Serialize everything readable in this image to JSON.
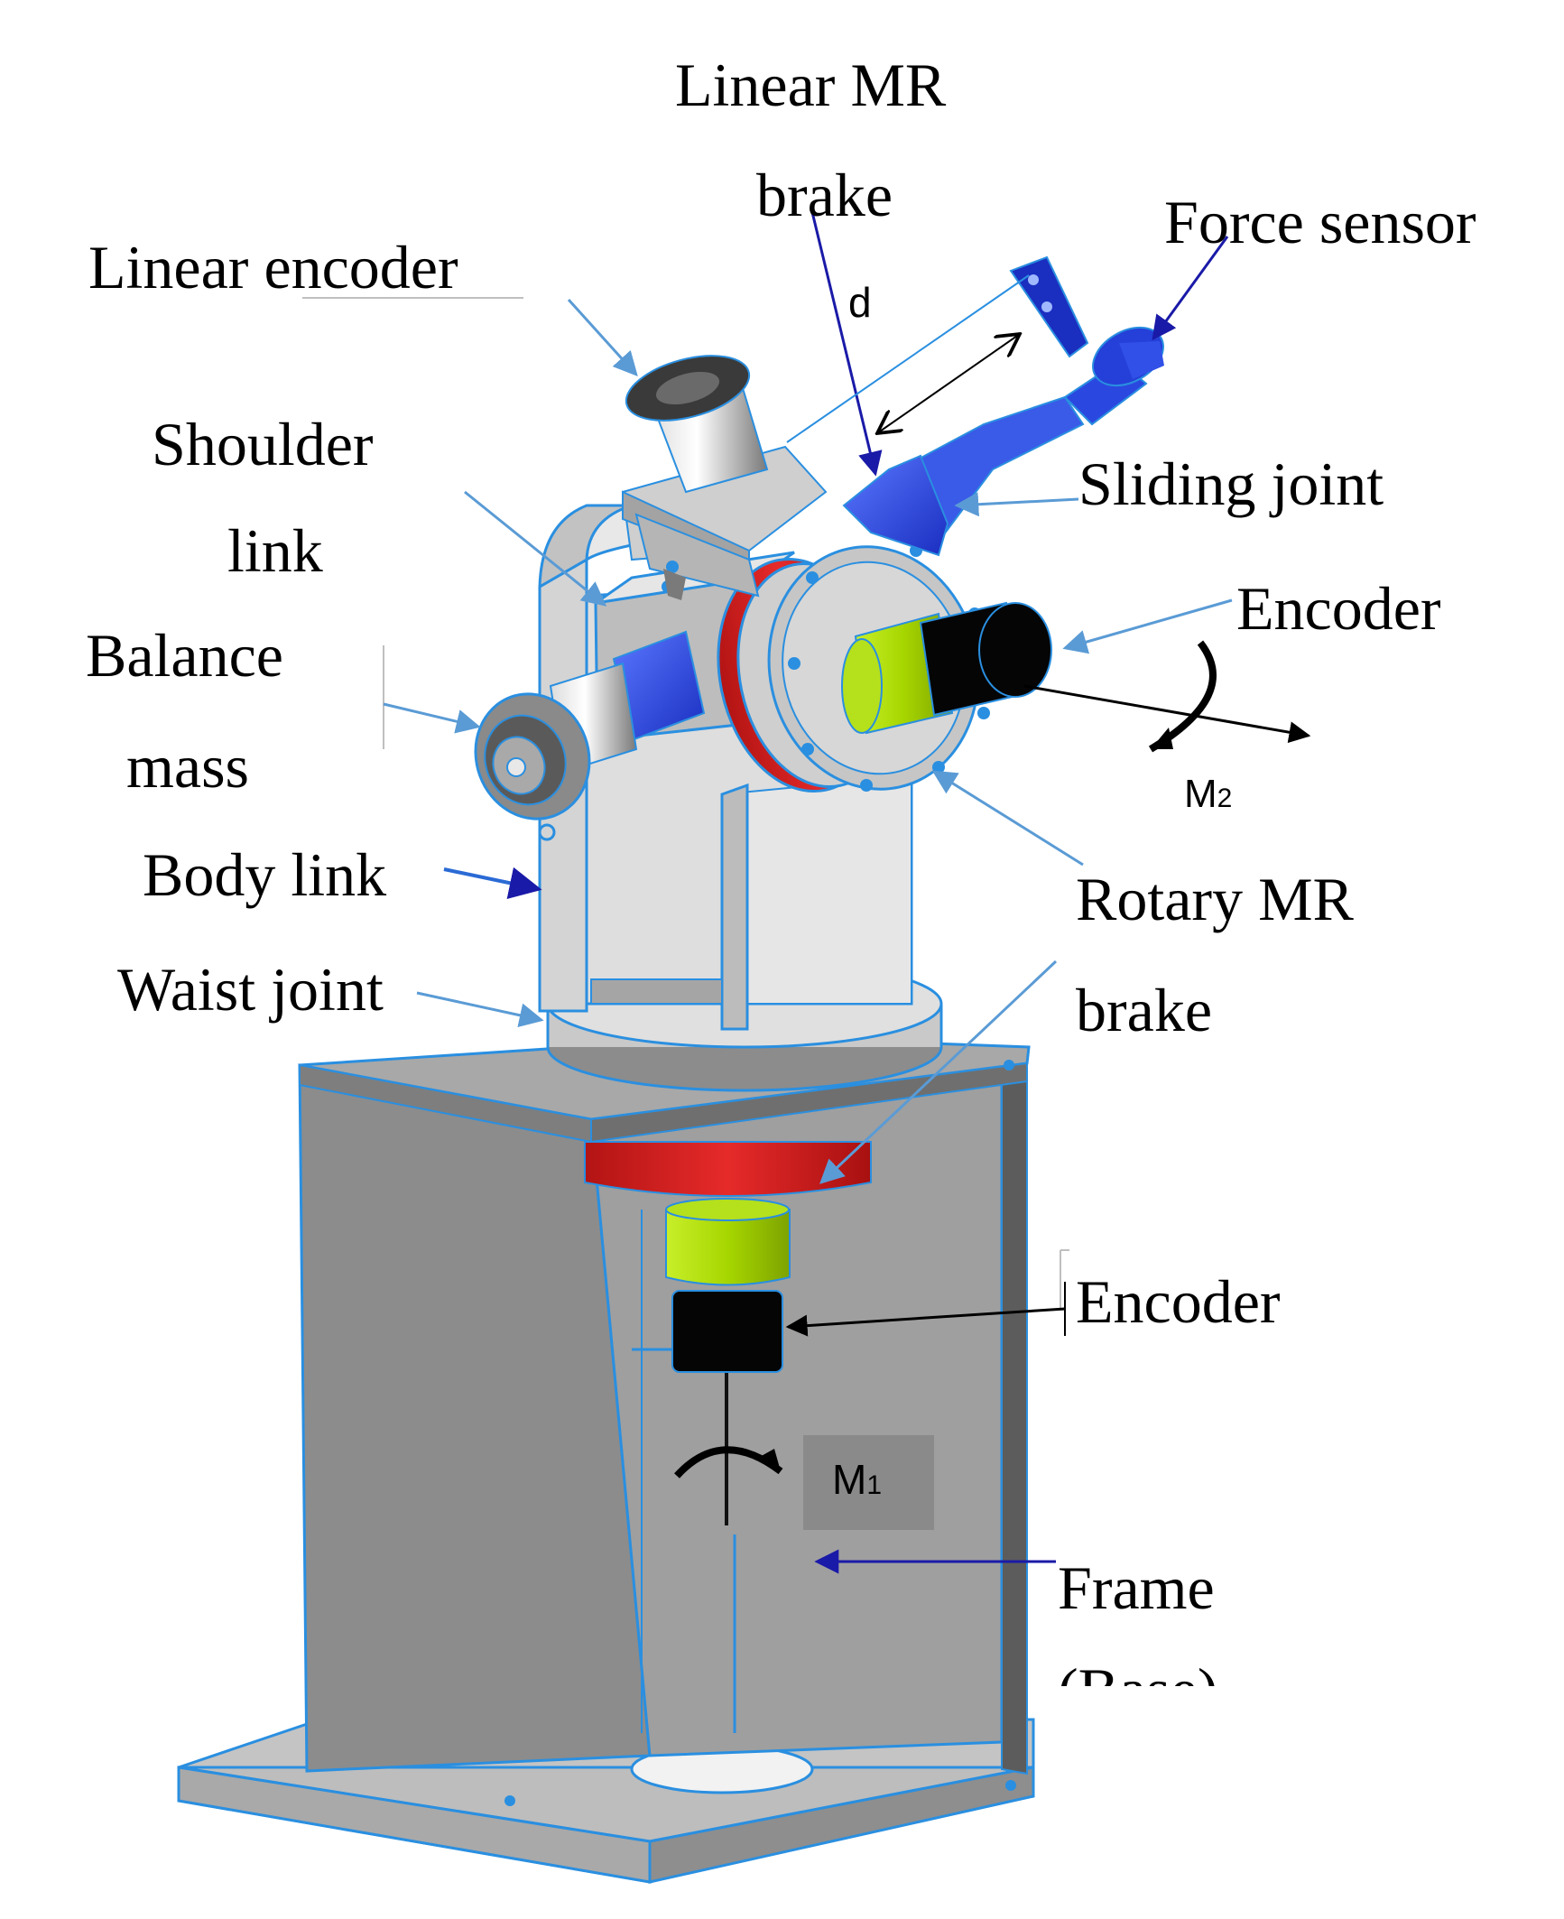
{
  "labels": {
    "linear_mr_line1": "Linear MR",
    "linear_mr_line2": "brake",
    "force_sensor": "Force sensor",
    "linear_encoder": "Linear encoder",
    "shoulder_line1": "Shoulder",
    "shoulder_line2": "link",
    "sliding_joint": "Sliding joint",
    "encoder_top": "Encoder",
    "balance_line1": "Balance",
    "balance_line2": "mass",
    "body_link": "Body link",
    "rotary_mr_line1": "Rotary MR",
    "rotary_mr_line2": "brake",
    "waist_joint": "Waist joint",
    "encoder_bottom": "Encoder",
    "frame_line1": "Frame",
    "frame_line2_partial": "(Base)"
  },
  "symbols": {
    "d": "d",
    "m2": "M",
    "m2_sub": "2",
    "m1": "M",
    "m1_sub": "1"
  },
  "colors": {
    "structure_gray": "#b9b9b9",
    "structure_dark": "#8f8f8f",
    "outline_blue": "#2a8fe0",
    "actuator_blue": "#2440d8",
    "mr_brake_red": "#d81e1e",
    "encoder_green": "#a6d600",
    "encoder_black": "#050505",
    "leader_light": "#5a9bd5",
    "leader_dark": "#1a1aa8"
  }
}
